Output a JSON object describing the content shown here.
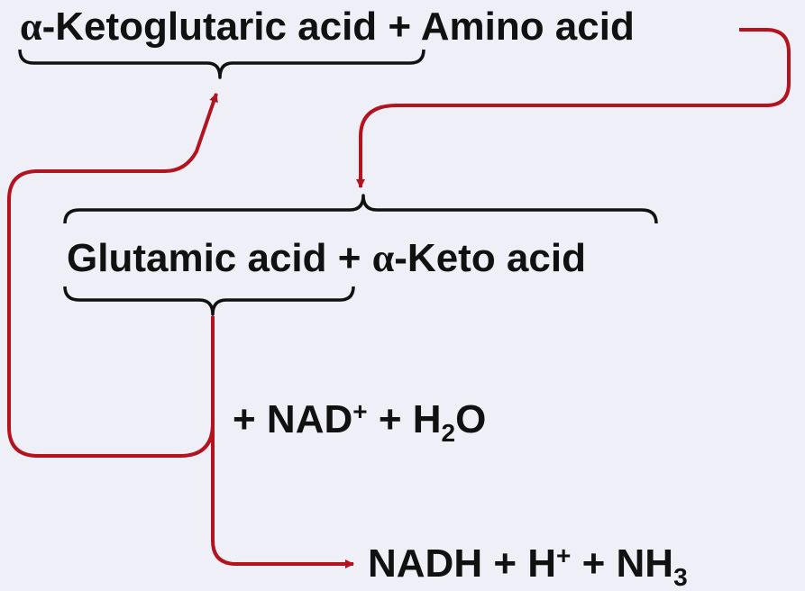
{
  "diagram": {
    "line1": {
      "alpha": "α",
      "ketoglutaric": "-Ketoglutaric acid",
      "plus": " + ",
      "amino": "Amino acid"
    },
    "line2": {
      "glutamic": "Glutamic acid",
      "plus": " + ",
      "alpha": "α",
      "keto_acid": "-Keto acid"
    },
    "reagents": {
      "prefix": "+ NAD",
      "nad_charge": "+",
      "middle": " + H",
      "h2o_sub": "2",
      "suffix": "O"
    },
    "products": {
      "prefix": "NADH + H",
      "h_charge": "+",
      "middle": " + NH",
      "nh3_sub": "3"
    },
    "colors": {
      "arrow": "#b3121f",
      "text": "#111111",
      "background": "#eeeff7"
    }
  }
}
